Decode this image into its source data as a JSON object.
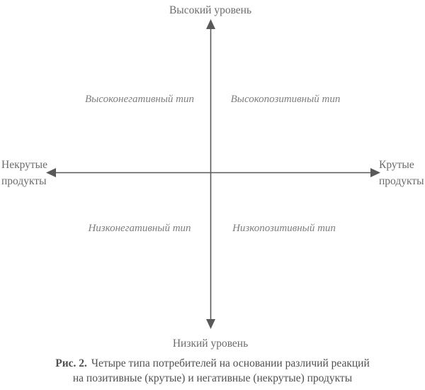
{
  "colors": {
    "axis": "#58595b",
    "axis_label": "#6a6b6d",
    "quadrant_label": "#7d7e80",
    "caption": "#4f5052"
  },
  "axes": {
    "top_label": "Высокий уровень",
    "bottom_label": "Низкий уровень",
    "left_label_line1": "Некрутые",
    "left_label_line2": "продукты",
    "right_label_line1": "Крутые",
    "right_label_line2": "продукты"
  },
  "quadrants": {
    "top_left": "Высоконегативный тип",
    "top_right": "Высокопозитивный тип",
    "bottom_left": "Низконегативный тип",
    "bottom_right": "Низкопозитивный тип"
  },
  "caption": {
    "prefix": "Рис. 2.",
    "line1": "Четыре типа потребителей на основании различий реакций",
    "line2": "на позитивные (крутые) и негативные (некрутые) продукты"
  }
}
